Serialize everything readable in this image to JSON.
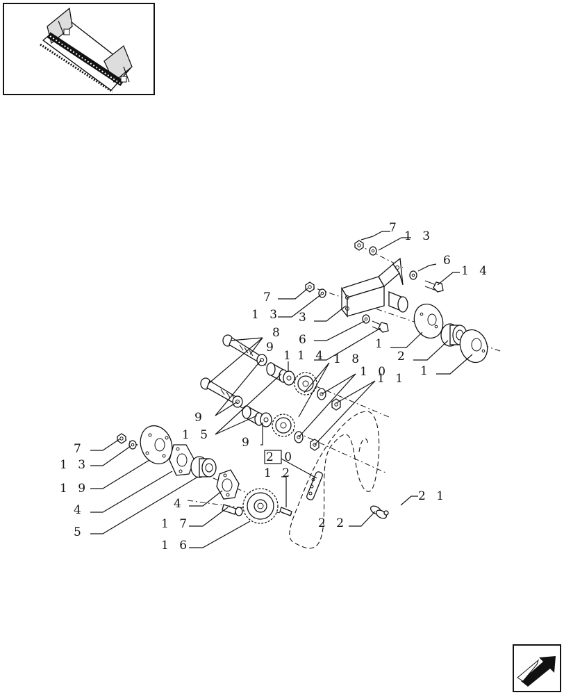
{
  "thumbnail": {
    "icon": "header-assembly-thumbnail"
  },
  "nav": {
    "icon": "next-page-arrow-icon"
  },
  "labels": {
    "l7a": "7",
    "l13a": "1 3",
    "l6a": "6",
    "l14a": "1 4",
    "l7b": "7",
    "l13b": "1 3",
    "l3": "3",
    "l6b": "6",
    "l14b": "1 4",
    "l1a": "1",
    "l2": "2",
    "l1b": "1",
    "l8": "8",
    "l9a": "9",
    "l1c": "1",
    "l18": "1 8",
    "l10": "1 0",
    "l11": "1 1",
    "l9b": "9",
    "l15": "1 5",
    "l9c": "9",
    "l20": "2 0",
    "l7c": "7",
    "l13c": "1 3",
    "l19": "1 9",
    "l4a": "4",
    "l5": "5",
    "l12": "1 2",
    "l4b": "4",
    "l17": "1 7",
    "l16": "1 6",
    "l21": "2 1",
    "l22": "2 2"
  }
}
